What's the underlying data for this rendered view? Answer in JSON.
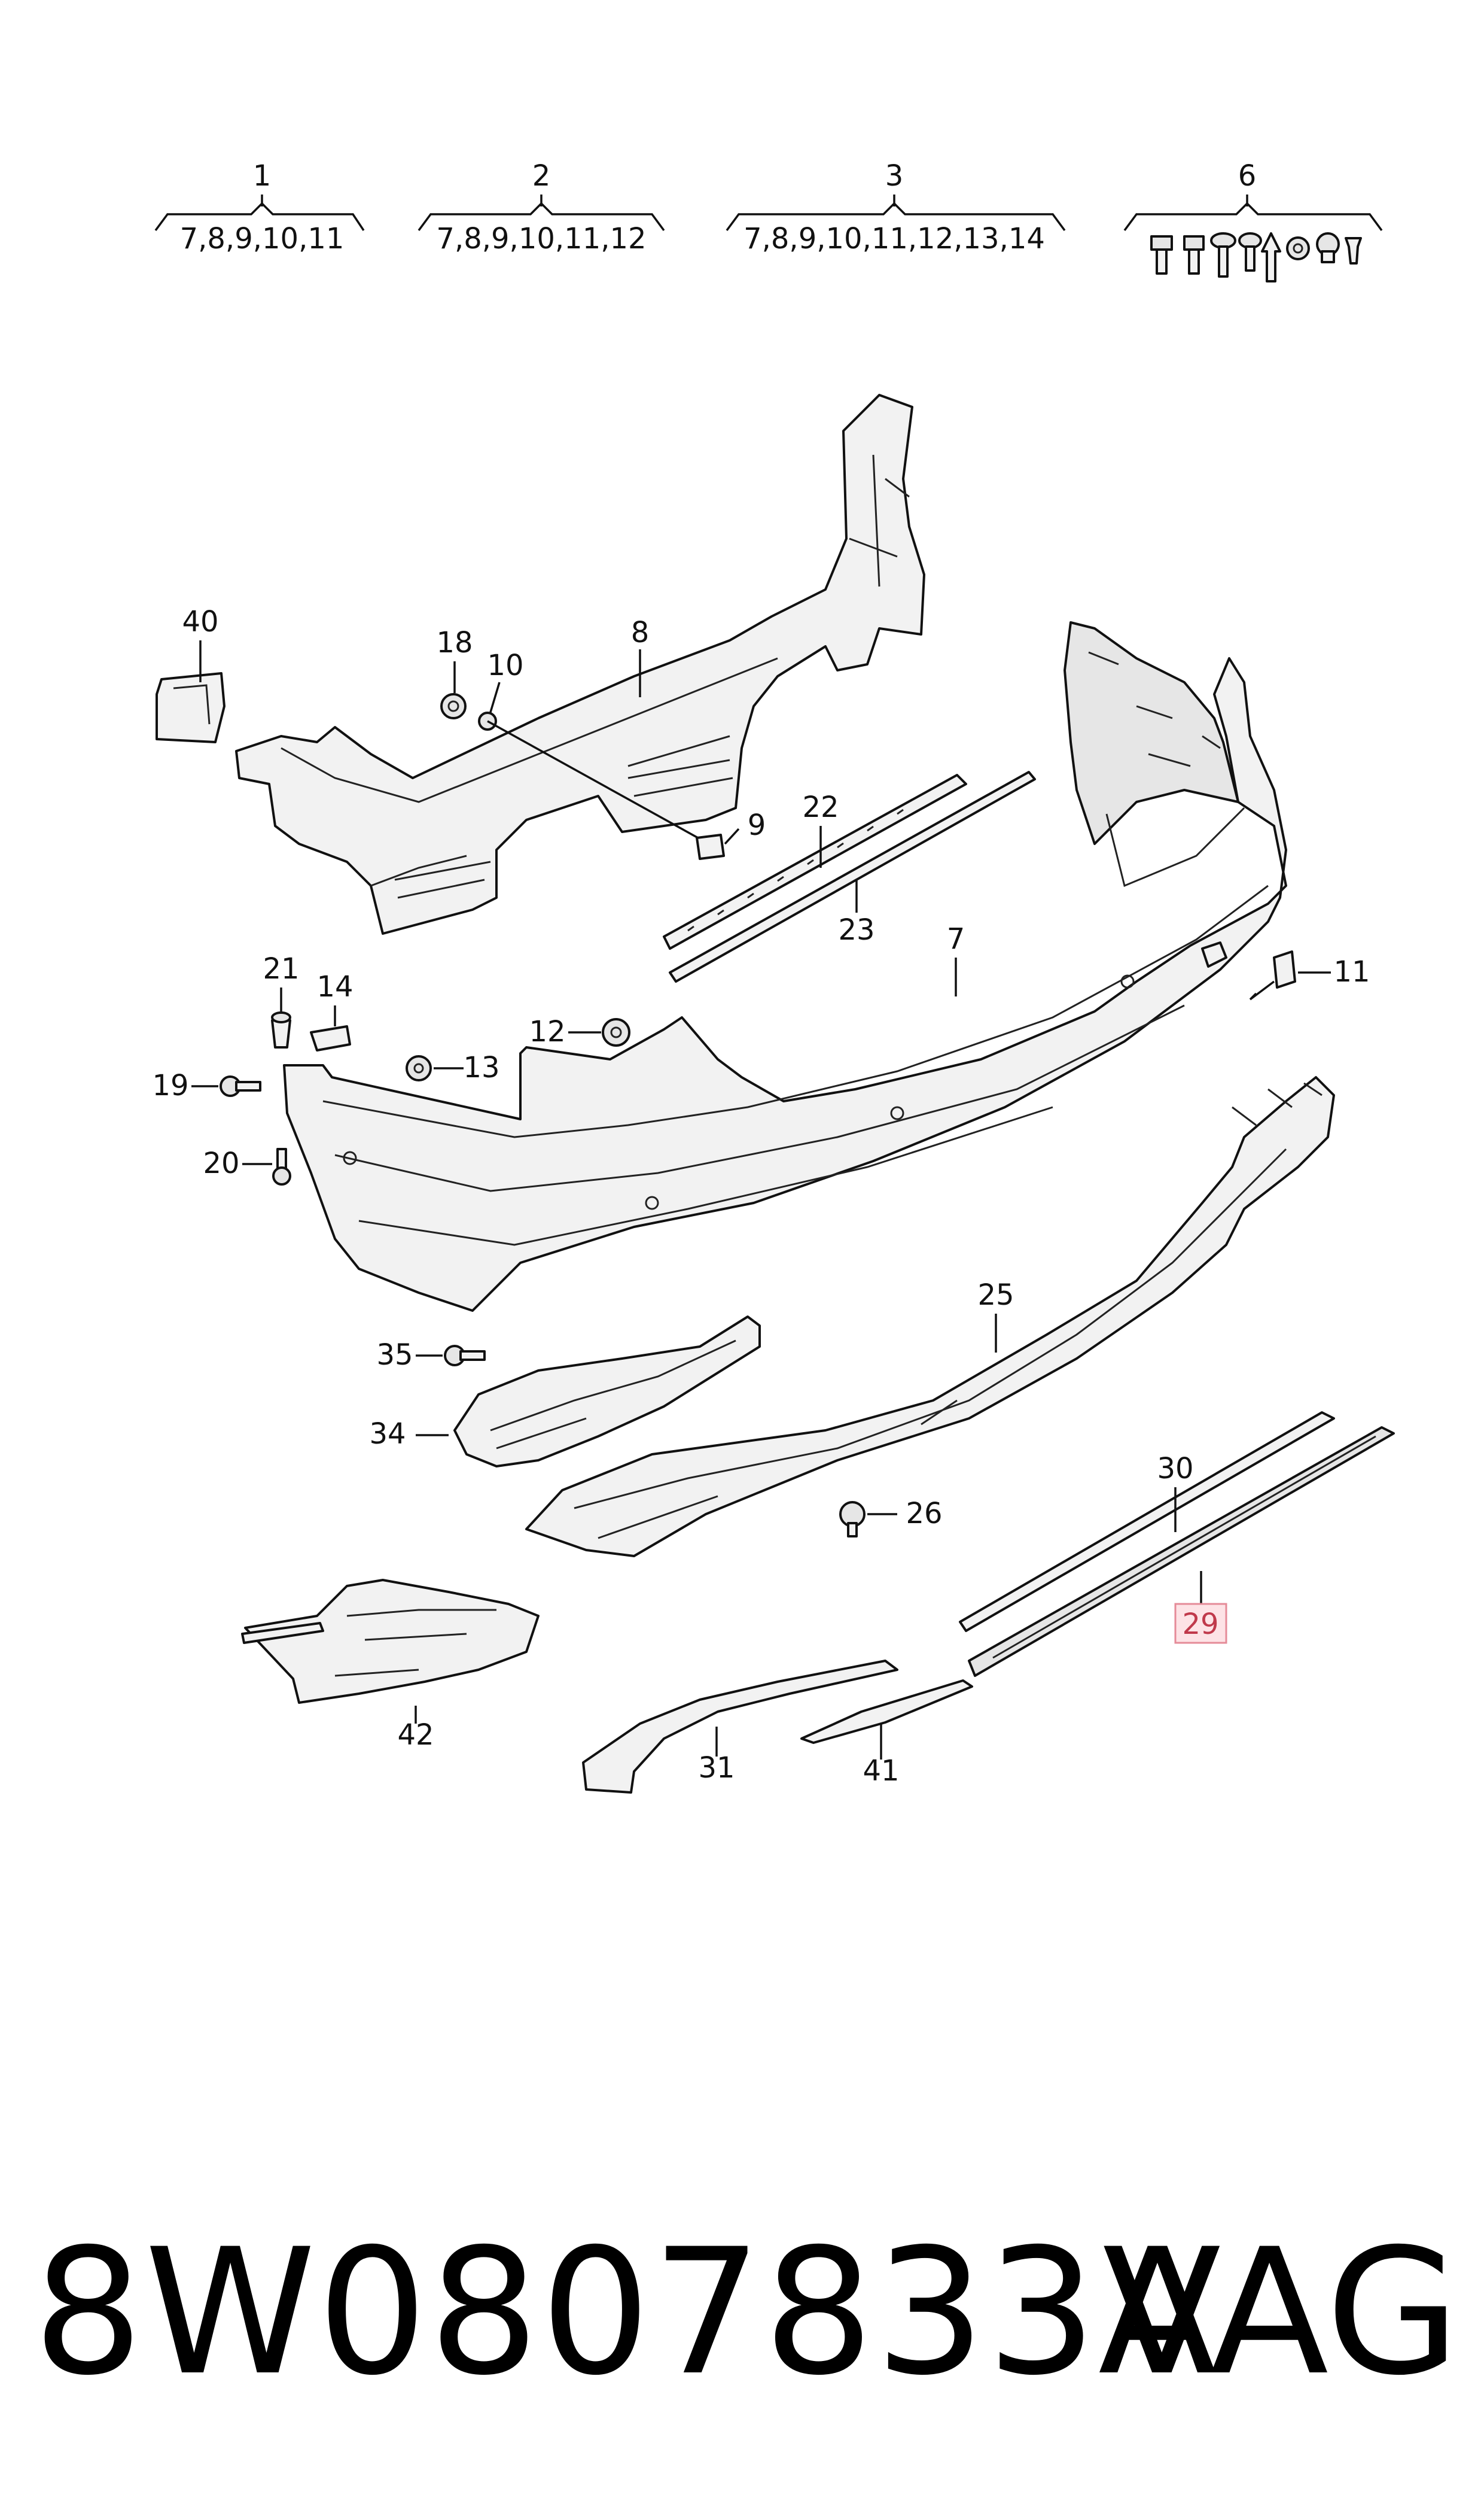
{
  "header_groups": [
    {
      "number": "1",
      "members": "7,8,9,10,11"
    },
    {
      "number": "2",
      "members": "7,8,9,10,11,12"
    },
    {
      "number": "3",
      "members": "7,8,9,10,11,12,13,14"
    },
    {
      "number": "6",
      "members": ""
    }
  ],
  "callouts": {
    "c40": "40",
    "c18": "18",
    "c10": "10",
    "c8": "8",
    "c9": "9",
    "c22": "22",
    "c23": "23",
    "c7": "7",
    "c11": "11",
    "c21": "21",
    "c14": "14",
    "c12": "12",
    "c19": "19",
    "c13": "13",
    "c20": "20",
    "c25": "25",
    "c35": "35",
    "c34": "34",
    "c26": "26",
    "c30": "30",
    "c29": "29",
    "c42": "42",
    "c31": "31",
    "c41": "41"
  },
  "highlighted_part": "29",
  "footer": {
    "part_number": "8W0807833A",
    "brand": "VAG"
  }
}
